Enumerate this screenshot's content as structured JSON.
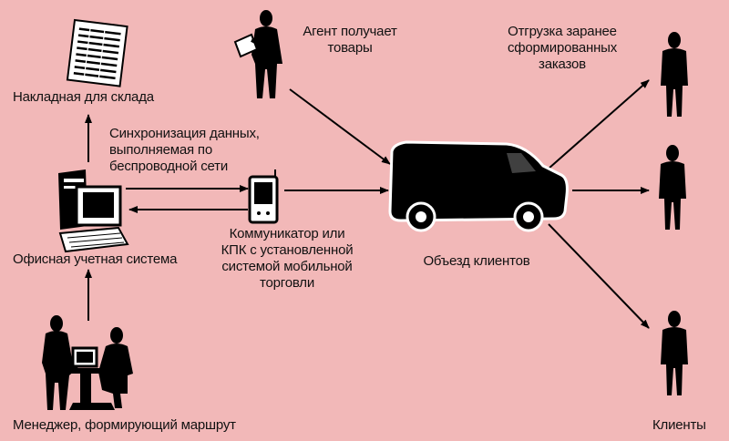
{
  "background_color": "#f2b8b8",
  "labels": {
    "waybill": "Накладная для склада",
    "sync": [
      "Синхронизация данных,",
      "выполняемая по",
      "беспроводной сети"
    ],
    "office_system": "Офисная учетная система",
    "manager": "Менеджер, формирующий маршрут",
    "agent": [
      "Агент получает",
      "товары"
    ],
    "communicator": [
      "Коммуникатор или",
      "КПК с установленной",
      "системой мобильной",
      "торговли"
    ],
    "tour": "Объезд клиентов",
    "shipment": [
      "Отгрузка заранее",
      "сформированных",
      "заказов"
    ],
    "clients": "Клиенты"
  },
  "icons": [
    "waybill-document-icon",
    "office-computer-icon",
    "manager-people-icon",
    "agent-person-icon",
    "pda-icon",
    "delivery-van-icon",
    "client-person-icon"
  ]
}
